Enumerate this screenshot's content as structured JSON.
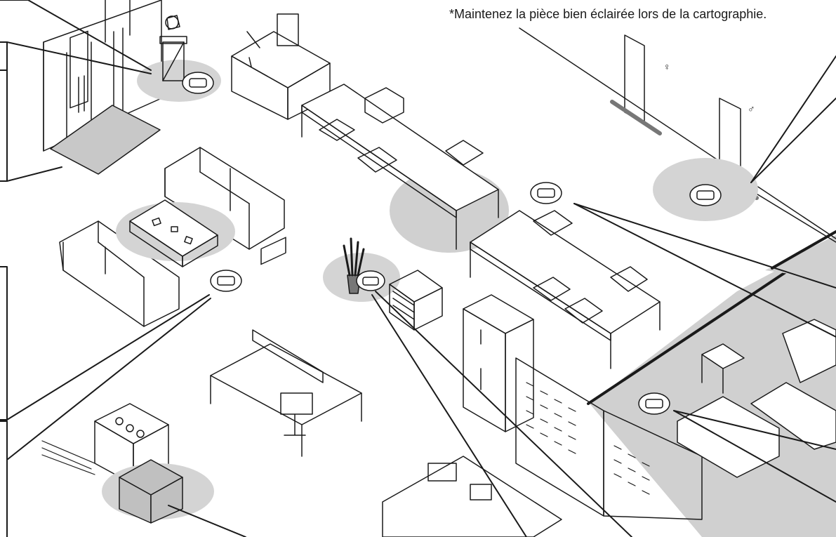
{
  "note": "*Maintenez la pièce bien éclairée lors de la cartographie.",
  "colors": {
    "line": "#1a1a1a",
    "floor_shade": "#d6d6d6",
    "room_floor": "#cfcfcf",
    "shadow": "#c7c7c7",
    "robot_fill": "#ffffff"
  },
  "scene_items": [
    "entrance-doors",
    "door-mat",
    "pedestal-with-statue",
    "reception-desk",
    "sofa",
    "coffee-table",
    "meeting-table",
    "chairs",
    "workstation-desks",
    "potted-plant",
    "office-printer",
    "refrigerators",
    "storage-cabinets",
    "restroom-doors",
    "lounge-room",
    "server-unit",
    "cardboard-box",
    "robot-vacuum"
  ]
}
